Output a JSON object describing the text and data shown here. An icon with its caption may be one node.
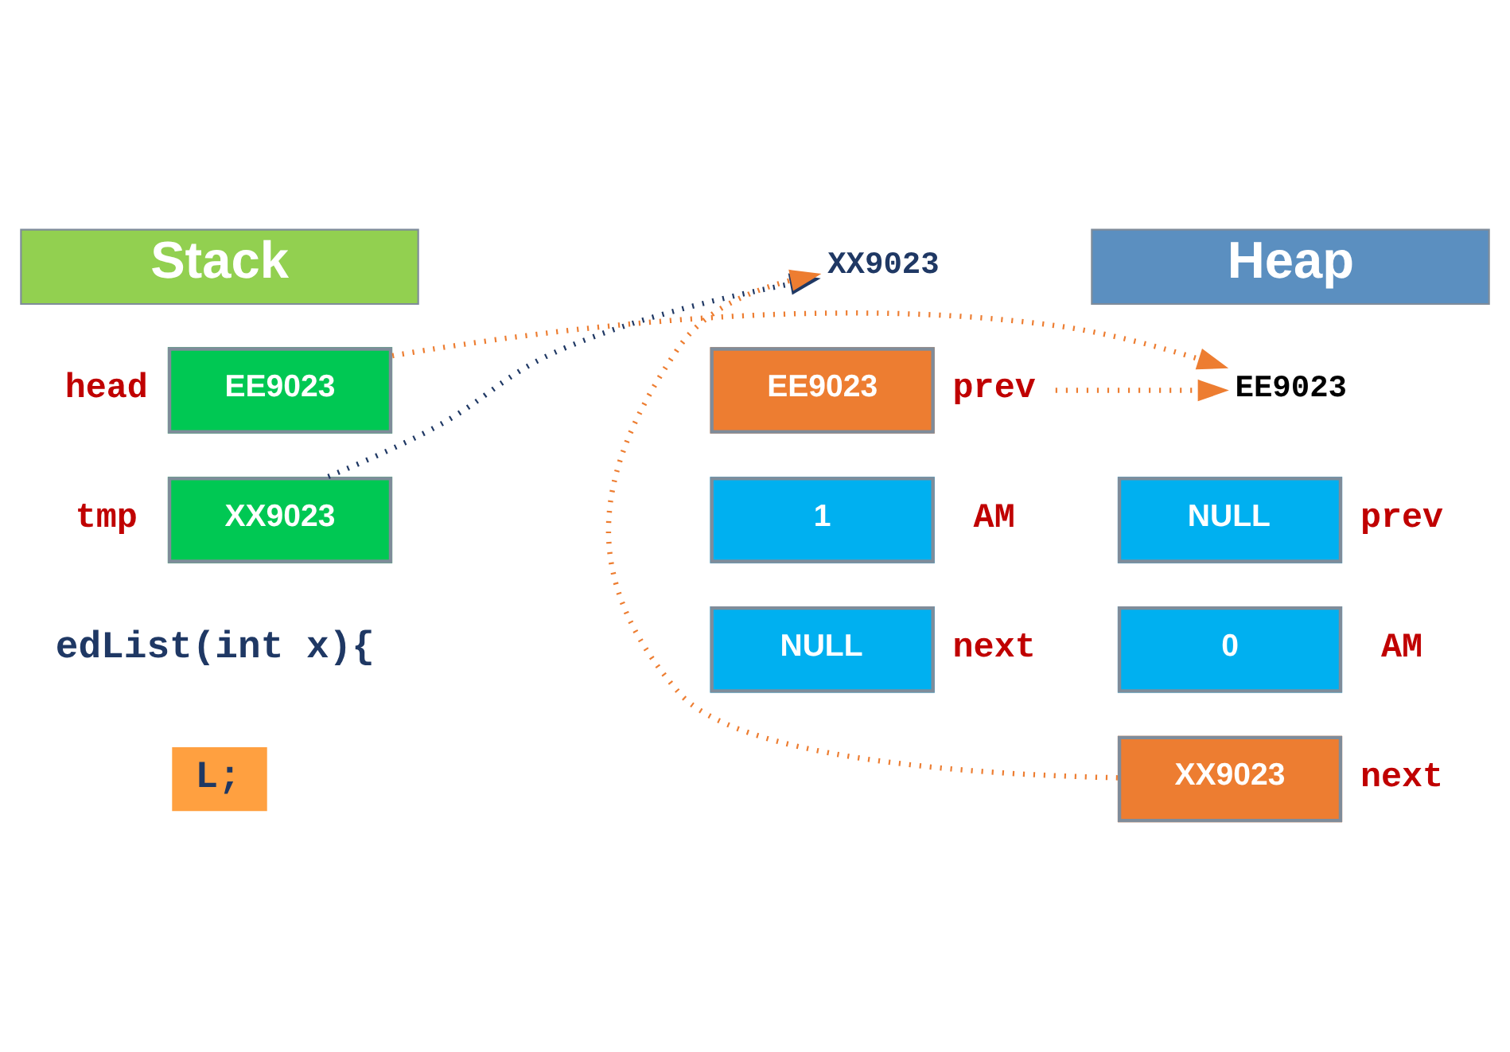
{
  "diagram": {
    "nodes": [
      {
        "text": [
          "Stack"
        ]
      },
      {
        "text": [
          "Heap"
        ]
      },
      {
        "text": [
          "EE9023"
        ],
        "beside": [
          "head"
        ]
      },
      {
        "text": [
          "XX9023"
        ],
        "beside": [
          "tmp"
        ]
      },
      {
        "text": [
          "EE9023"
        ]
      },
      {
        "text": [
          "NULL"
        ],
        "beside": [
          "prev"
        ]
      },
      {
        "text": [
          "0"
        ],
        "beside": [
          "AM"
        ]
      },
      {
        "text": [
          "XX9023"
        ],
        "beside": [
          "next"
        ]
      },
      {
        "text": [
          "XX9023"
        ]
      },
      {
        "text": [
          "EE9023"
        ],
        "beside": [
          "prev"
        ]
      },
      {
        "text": [
          "1"
        ],
        "beside": [
          "AM"
        ]
      },
      {
        "text": [
          "NULL"
        ],
        "beside": [
          "next"
        ]
      }
    ],
    "edges": [
      {
        "from": 2,
        "to": 4,
        "arrow": "to",
        "style": "dashed"
      },
      {
        "from": 3,
        "to": 8,
        "arrow": "to",
        "style": "dashed",
        "color": "#1f3864"
      },
      {
        "from": 7,
        "to": 8,
        "arrow": "to",
        "style": "dashed"
      },
      {
        "from": 9,
        "to": 4,
        "arrow": "to",
        "style": "dashed"
      }
    ],
    "labels": [
      "edList(int x){",
      "L;"
    ]
  }
}
